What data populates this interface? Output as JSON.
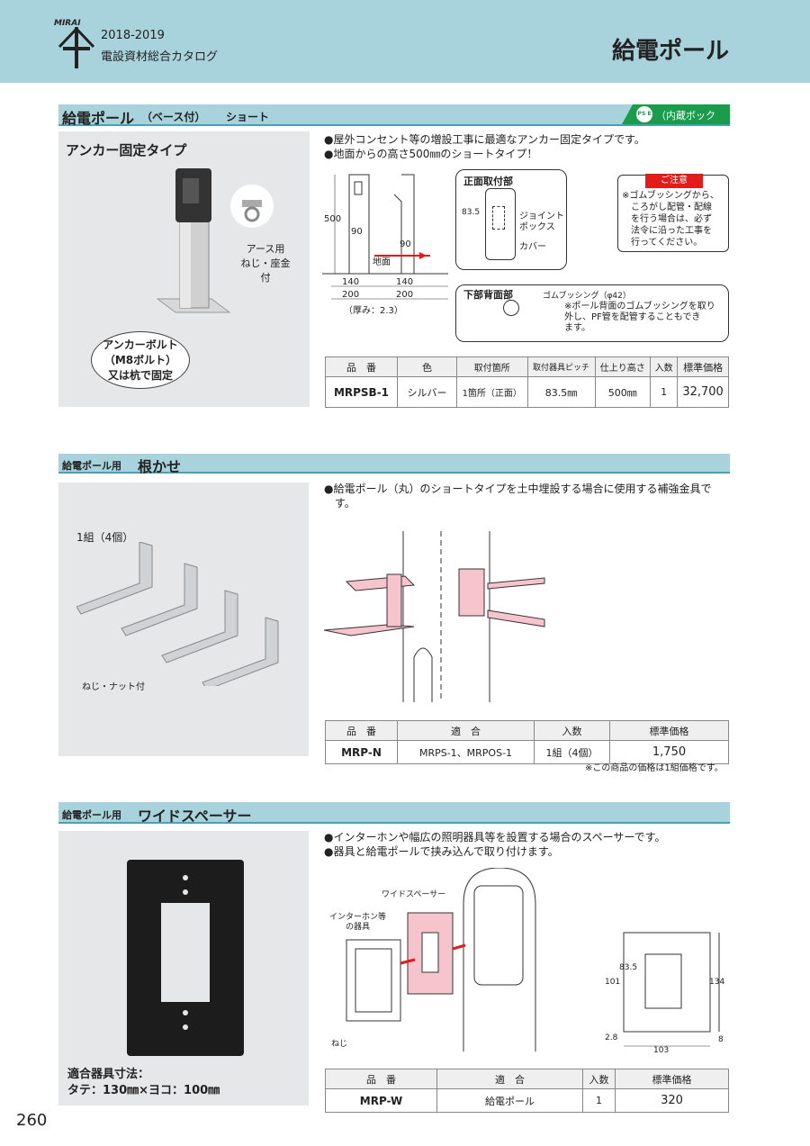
{
  "header": {
    "logo": "MIRAI",
    "year": "2018-2019",
    "catalog": "電設資材総合カタログ",
    "title": "給電ポール"
  },
  "s1": {
    "bar_main": "給電ポール",
    "bar_paren": "（ベース付）",
    "bar_suffix": "ショート",
    "pse_badge": "（内蔵ボックス）",
    "pse_label": "PS E",
    "subtitle": "アンカー固定タイプ",
    "earth_label_1": "アース用",
    "earth_label_2": "ねじ・座金付",
    "anchor_1": "アンカーボルト",
    "anchor_2": "（M8ボルト）",
    "anchor_3": "又は杭で固定",
    "bullet_1": "●屋外コンセント等の増設工事に最適なアンカー固定タイプです。",
    "bullet_2": "●地面からの高さ500㎜のショートタイプ！",
    "dim_500": "500",
    "dim_90a": "90",
    "dim_90b": "90",
    "ground": "地面",
    "dim_140a": "140",
    "dim_140b": "140",
    "dim_200a": "200",
    "dim_200b": "200",
    "thickness": "（厚み：2.3）",
    "front_title": "正面取付部",
    "dim_835": "83.5",
    "jb_1": "ジョイント",
    "jb_2": "ボックス",
    "cover": "カバー",
    "back_title": "下部背面部",
    "bushing": "ゴムブッシング（φ42）",
    "back_note_1": "※ポール背面のゴムブッシングを取り",
    "back_note_2": "外し、PF管を配管することもでき",
    "back_note_3": "ます。",
    "caution_title": "ご注意",
    "caution_1": "※ゴムブッシングから、",
    "caution_2": "ころがし配管・配線",
    "caution_3": "を行う場合は、必ず",
    "caution_4": "法令に沿った工事を",
    "caution_5": "行ってください。",
    "table": {
      "headers": [
        "品　番",
        "色",
        "取付箇所",
        "取付器具ピッチ",
        "仕上り高さ",
        "入数",
        "標準価格"
      ],
      "row": [
        "MRPSB-1",
        "シルバー",
        "1箇所（正面）",
        "83.5㎜",
        "500㎜",
        "1",
        "32,700"
      ]
    }
  },
  "s2": {
    "bar_prefix": "給電ポール用",
    "bar_main": "根かせ",
    "set_label": "1組（4個）",
    "screw_label": "ねじ・ナット付",
    "bullet_1": "●給電ポール（丸）のショートタイプを土中埋設する場合に使用する補強金具で",
    "bullet_2": "す。",
    "table": {
      "headers": [
        "品　番",
        "適　合",
        "入数",
        "標準価格"
      ],
      "row": [
        "MRP-N",
        "MRPS-1、MRPOS-1",
        "1組（4個）",
        "1,750"
      ]
    },
    "note": "※この商品の価格は1組価格です。"
  },
  "s3": {
    "bar_prefix": "給電ポール用",
    "bar_main": "ワイドスペーサー",
    "bullet_1": "●インターホンや幅広の照明器具等を設置する場合のスペーサーです。",
    "bullet_2": "●器具と給電ポールで挟み込んで取り付けます。",
    "spacer_label": "ワイドスペーサー",
    "device_1": "インターホン等",
    "device_2": "の器具",
    "screw": "ねじ",
    "dim_101": "101",
    "dim_835": "83.5",
    "dim_134": "134",
    "dim_28": "2.8",
    "dim_103": "103",
    "dim_8": "8",
    "fit_1": "適合器具寸法：",
    "fit_2": "タテ：130㎜×ヨコ：100㎜",
    "table": {
      "headers": [
        "品　番",
        "適　合",
        "入数",
        "標準価格"
      ],
      "row": [
        "MRP-W",
        "給電ポール",
        "1",
        "320"
      ]
    }
  },
  "page_number": "260"
}
